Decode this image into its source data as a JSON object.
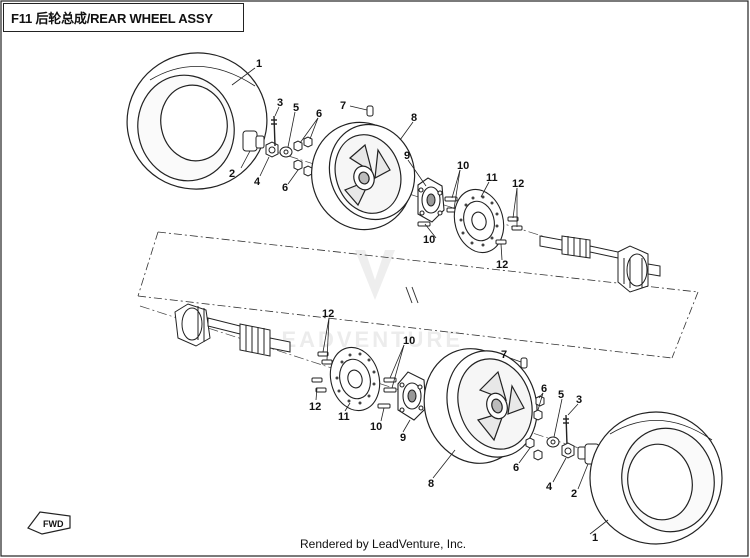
{
  "title": "F11 后轮总成/REAR WHEEL ASSY",
  "footer": "Rendered by LeadVenture, Inc.",
  "watermark": "LEADVENTURE",
  "fwd_label": "FWD",
  "callouts": {
    "tire_top": "1",
    "valve_top": "2",
    "stud_top": "3",
    "nut_top": "4",
    "washer_top": "5",
    "nut6a_top": "6",
    "nut6b_top": "6",
    "valve7_top": "7",
    "rim_top": "8",
    "hub_top": "9",
    "bolt10a_top": "10",
    "bolt10b_top": "10",
    "disc_top": "11",
    "bolt12a_top": "12",
    "bolt12b_top": "12",
    "tire_bot": "1",
    "valve_bot": "2",
    "stud_bot": "3",
    "nut_bot": "4",
    "washer_bot": "5",
    "nut6a_bot": "6",
    "nut6b_bot": "6",
    "valve7_bot": "7",
    "rim_bot": "8",
    "hub_bot": "9",
    "bolt10a_bot": "10",
    "bolt10b_bot": "10",
    "disc_bot": "11",
    "bolt12a_bot": "12",
    "bolt12b_bot": "12"
  }
}
